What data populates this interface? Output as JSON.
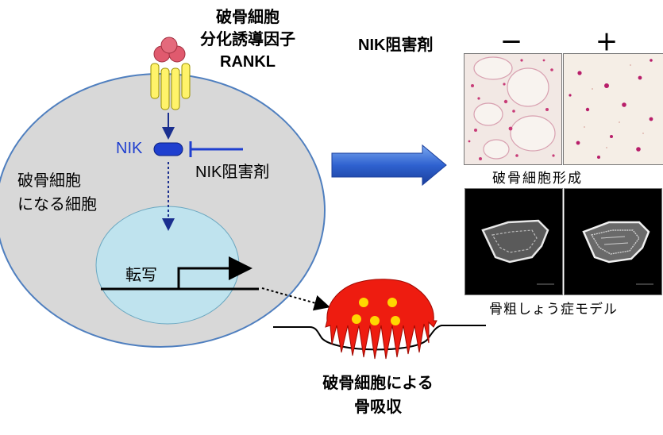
{
  "ligand_title": [
    "破骨細胞",
    "分化誘導因子",
    "RANKL"
  ],
  "nik_label": "NIK",
  "inhibitor_label": "NIK阻害剤",
  "cell_label": [
    "破骨細胞",
    "になる細胞"
  ],
  "transcription_label": "転写",
  "resorption_label": [
    "破骨細胞による",
    "骨吸収"
  ],
  "experiment": {
    "treatment_label": "NIK阻害剤",
    "minus_label": "－",
    "plus_label": "＋",
    "osteoclast_caption": "破骨細胞形成",
    "osteoporosis_caption": "骨粗しょう症モデル"
  },
  "colors": {
    "cell_fill": "#d8d8d8",
    "cell_stroke": "#4f7fbf",
    "nucleus_fill": "#bfe3ee",
    "receptor_yellow": "#fff36a",
    "ligand_red": "#e05a6e",
    "nik_blue": "#1f3fcf",
    "arrow_blue": "#3a6fd8",
    "osteoclast_red": "#ee1c10",
    "osteoclast_yellow": "#ffd700"
  }
}
